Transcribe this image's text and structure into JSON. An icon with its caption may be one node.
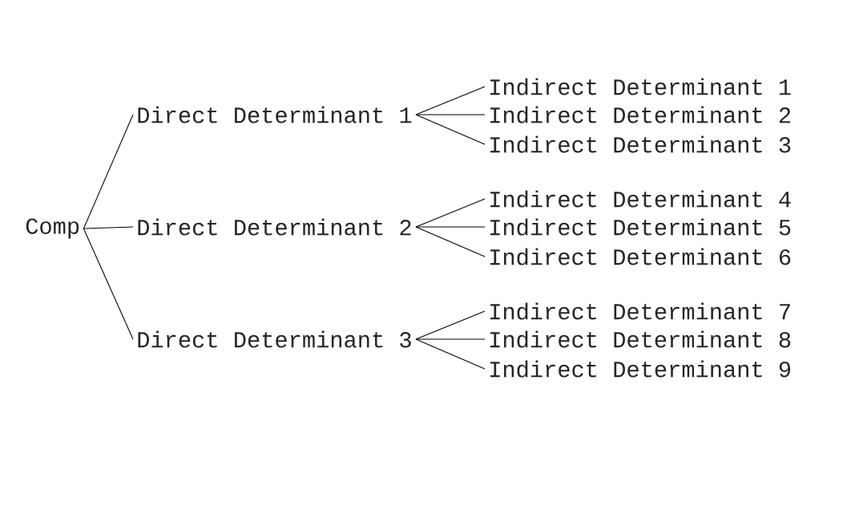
{
  "diagram": {
    "nodes": [
      {
        "text": [
          "Comp"
        ]
      },
      {
        "text": [
          "Direct Determinant 1"
        ]
      },
      {
        "text": [
          "Direct Determinant 2"
        ]
      },
      {
        "text": [
          "Direct Determinant 3"
        ]
      },
      {
        "text": [
          "Indirect Determinant 1"
        ]
      },
      {
        "text": [
          "Indirect Determinant 2"
        ]
      },
      {
        "text": [
          "Indirect Determinant 3"
        ]
      },
      {
        "text": [
          "Indirect Determinant 4"
        ]
      },
      {
        "text": [
          "Indirect Determinant 5"
        ]
      },
      {
        "text": [
          "Indirect Determinant 6"
        ]
      },
      {
        "text": [
          "Indirect Determinant 7"
        ]
      },
      {
        "text": [
          "Indirect Determinant 8"
        ]
      },
      {
        "text": [
          "Indirect Determinant 9"
        ]
      }
    ],
    "edges": [
      {
        "from": 0,
        "to": 1,
        "arrow": "none"
      },
      {
        "from": 0,
        "to": 2,
        "arrow": "none"
      },
      {
        "from": 0,
        "to": 3,
        "arrow": "none"
      },
      {
        "from": 1,
        "to": 4,
        "arrow": "none"
      },
      {
        "from": 1,
        "to": 5,
        "arrow": "none"
      },
      {
        "from": 1,
        "to": 6,
        "arrow": "none"
      },
      {
        "from": 2,
        "to": 7,
        "arrow": "none"
      },
      {
        "from": 2,
        "to": 8,
        "arrow": "none"
      },
      {
        "from": 2,
        "to": 9,
        "arrow": "none"
      },
      {
        "from": 3,
        "to": 10,
        "arrow": "none"
      },
      {
        "from": 3,
        "to": 11,
        "arrow": "none"
      },
      {
        "from": 3,
        "to": 12,
        "arrow": "none"
      }
    ]
  }
}
